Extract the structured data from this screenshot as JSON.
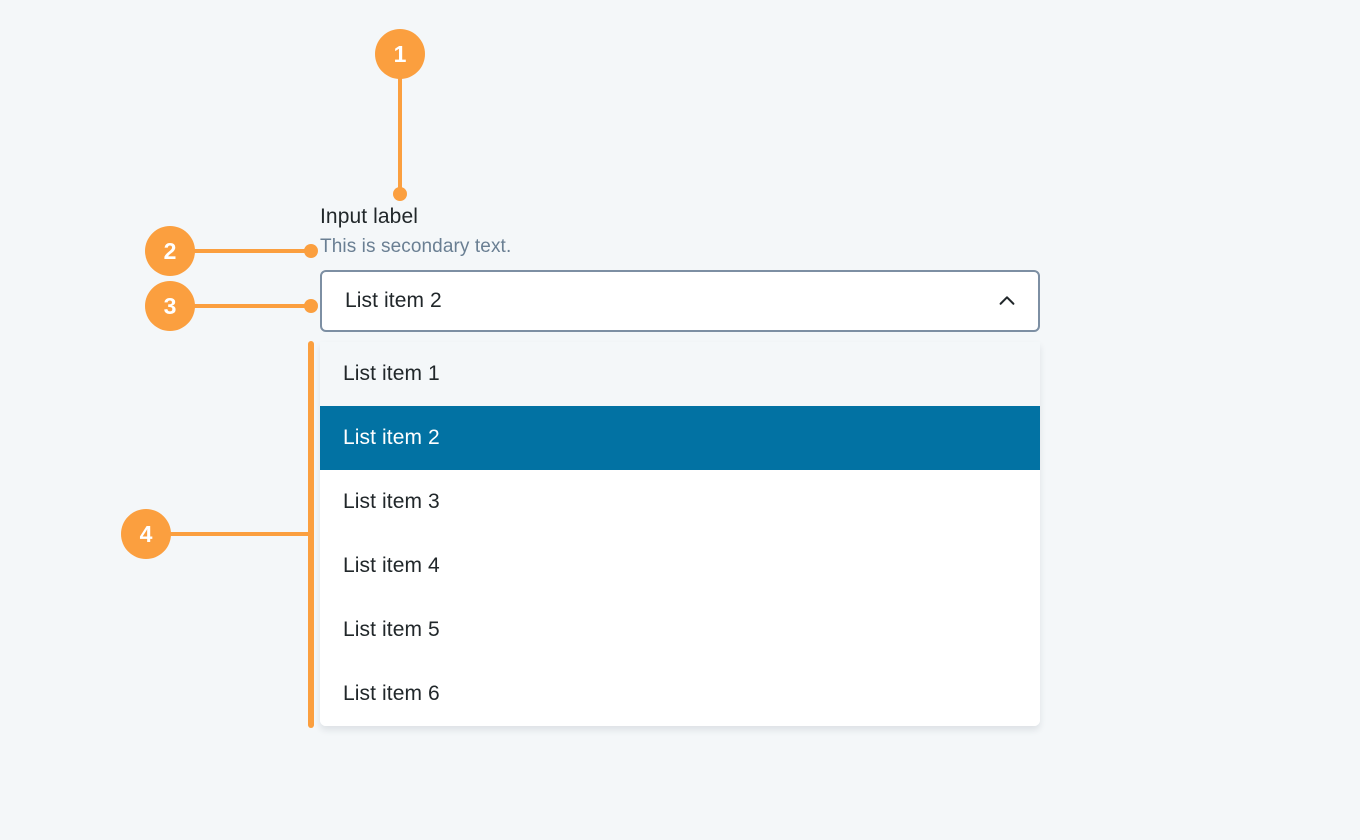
{
  "page": {
    "background_color": "#f4f7f9",
    "accent_annotation_color": "#fb9f3f",
    "selected_item_color": "#0272a3",
    "text_primary_color": "#21272a",
    "text_secondary_color": "#6a7f93",
    "border_color": "#7d8fa3"
  },
  "field": {
    "label": "Input label",
    "secondary_text": "This is secondary text.",
    "selected_value": "List item 2",
    "toggle_icon": "chevron-up-icon",
    "expanded": true
  },
  "dropdown": {
    "options": [
      {
        "label": "List item 1",
        "state": "hovered"
      },
      {
        "label": "List item 2",
        "state": "selected"
      },
      {
        "label": "List item 3",
        "state": "default"
      },
      {
        "label": "List item 4",
        "state": "default"
      },
      {
        "label": "List item 5",
        "state": "default"
      },
      {
        "label": "List item 6",
        "state": "default"
      }
    ]
  },
  "annotations": [
    {
      "number": "1",
      "target": "input-label"
    },
    {
      "number": "2",
      "target": "secondary-text"
    },
    {
      "number": "3",
      "target": "select-box"
    },
    {
      "number": "4",
      "target": "dropdown-list"
    }
  ]
}
